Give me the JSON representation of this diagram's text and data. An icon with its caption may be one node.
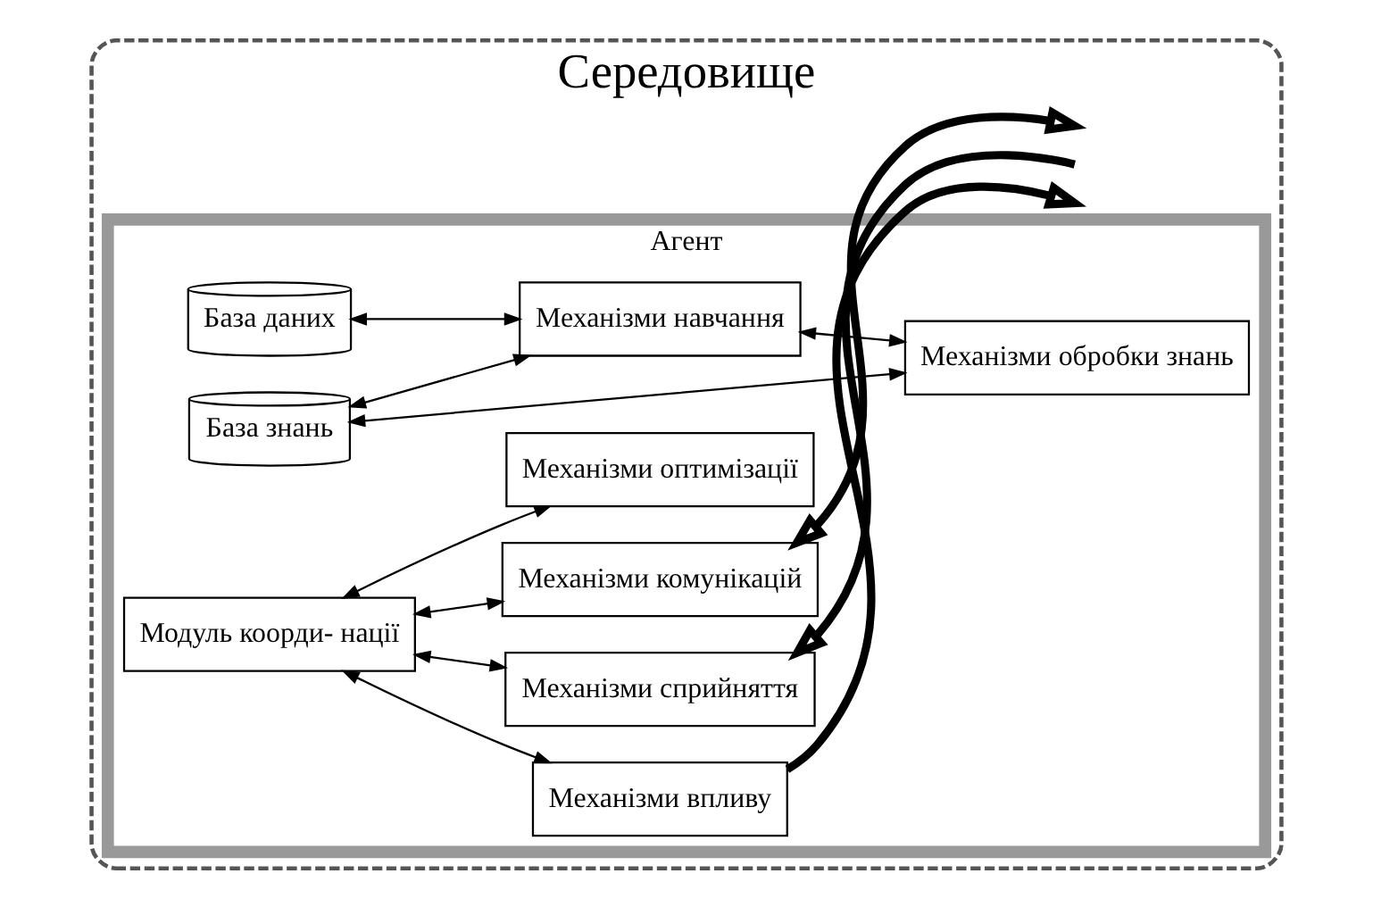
{
  "diagram": {
    "nodes": [
      {
        "text": [
          "Середовище"
        ]
      },
      {
        "text": [
          "Агент"
        ],
        "in": 0
      },
      {
        "text": [
          "База даних"
        ],
        "in": 1
      },
      {
        "text": [
          "Механізми навчання"
        ],
        "in": 1
      },
      {
        "text": [
          "База знань"
        ],
        "in": 1
      },
      {
        "text": [
          "Модуль коорди- нації"
        ],
        "in": 1
      },
      {
        "text": [
          "Механізми обробки знань"
        ],
        "in": 1
      },
      {
        "text": [
          "Механізми сприйняття"
        ],
        "in": 1
      },
      {
        "text": [
          "Механізми комунікацій"
        ],
        "in": 1
      },
      {
        "text": [
          "Механізми впливу"
        ],
        "in": 1
      },
      {
        "text": [
          "Механізми оптимізації"
        ],
        "in": 1
      }
    ],
    "edges": [
      {
        "from": 2,
        "to": 3,
        "arrow": "both"
      },
      {
        "from": 3,
        "to": 6,
        "arrow": "both"
      },
      {
        "from": 4,
        "to": 3,
        "arrow": "both"
      },
      {
        "from": 4,
        "to": 6,
        "arrow": "both"
      },
      {
        "from": 5,
        "to": 7,
        "arrow": "both"
      },
      {
        "from": 5,
        "to": 8,
        "arrow": "both"
      },
      {
        "from": 5,
        "to": 9,
        "arrow": "both"
      },
      {
        "from": 5,
        "to": 10,
        "arrow": "both"
      },
      {
        "from": null,
        "to": 7,
        "arrow": "to",
        "style": "thick"
      },
      {
        "from": 8,
        "to": null,
        "arrow": "both",
        "style": "thick"
      },
      {
        "from": 9,
        "to": null,
        "arrow": "to",
        "style": "thick"
      }
    ]
  }
}
